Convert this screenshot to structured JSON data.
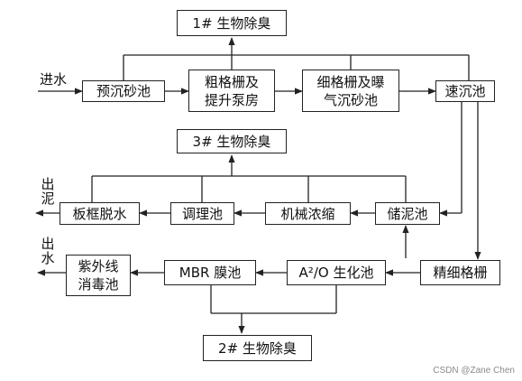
{
  "nodes": {
    "bio1": "1# 生物除臭",
    "bio3": "3# 生物除臭",
    "bio2": "2# 生物除臭",
    "presettle": "预沉砂池",
    "coarse_screen": "粗格栅及\n提升泵房",
    "fine_screen_grit": "细格栅及曝\n气沉砂池",
    "rapid_settle": "速沉池",
    "sludge_storage": "储泥池",
    "thickening": "机械浓缩",
    "conditioning": "调理池",
    "plate_press": "板框脱水",
    "ultrafine_screen": "精细格栅",
    "a2o": "A²/O 生化池",
    "mbr": "MBR 膜池",
    "uv": "紫外线\n消毒池"
  },
  "labels": {
    "inflow": "进水",
    "sludge_out": "出泥",
    "water_out": "出水"
  },
  "watermark": "CSDN @Zane Chen"
}
